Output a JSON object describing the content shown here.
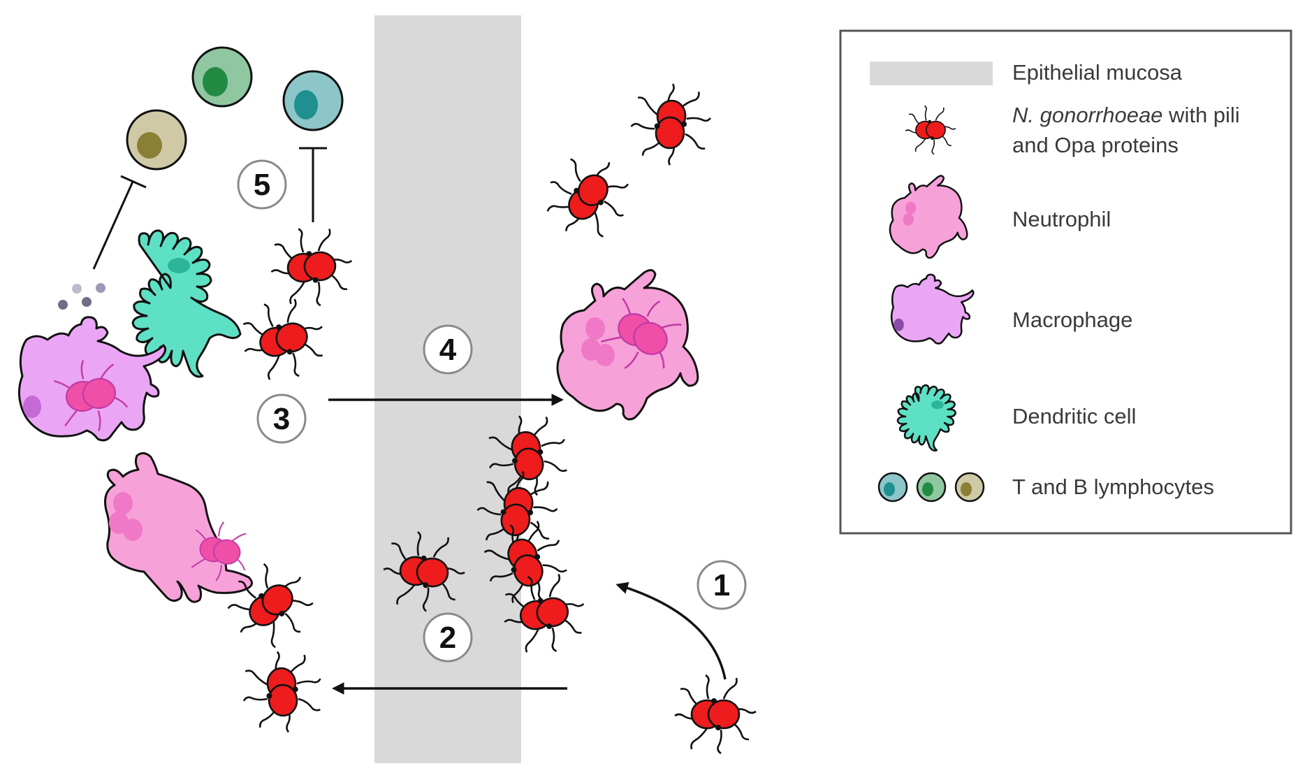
{
  "legend": {
    "items": [
      {
        "key": "mucosa",
        "label": "Epithelial mucosa"
      },
      {
        "key": "bacteria",
        "label_italic": "N. gonorrhoeae",
        "label_rest": " with pili",
        "label_line2": "and Opa proteins"
      },
      {
        "key": "neutrophil",
        "label": "Neutrophil"
      },
      {
        "key": "macrophage",
        "label": "Macrophage"
      },
      {
        "key": "dendritic",
        "label": "Dendritic cell"
      },
      {
        "key": "lymphocytes",
        "label": "T and B lymphocytes"
      }
    ]
  },
  "steps": [
    "1",
    "2",
    "3",
    "4",
    "5"
  ],
  "colors": {
    "mucosa": "#d9d9d9",
    "bacteria": "#ee1c1c",
    "neutrophil": "#f7a1d9",
    "macrophage": "#eaa6f5",
    "dendritic": "#5ee0c4",
    "lymph_teal": "#8cc6c8",
    "lymph_green": "#8fc7a0",
    "lymph_olive": "#cfcaa5"
  }
}
